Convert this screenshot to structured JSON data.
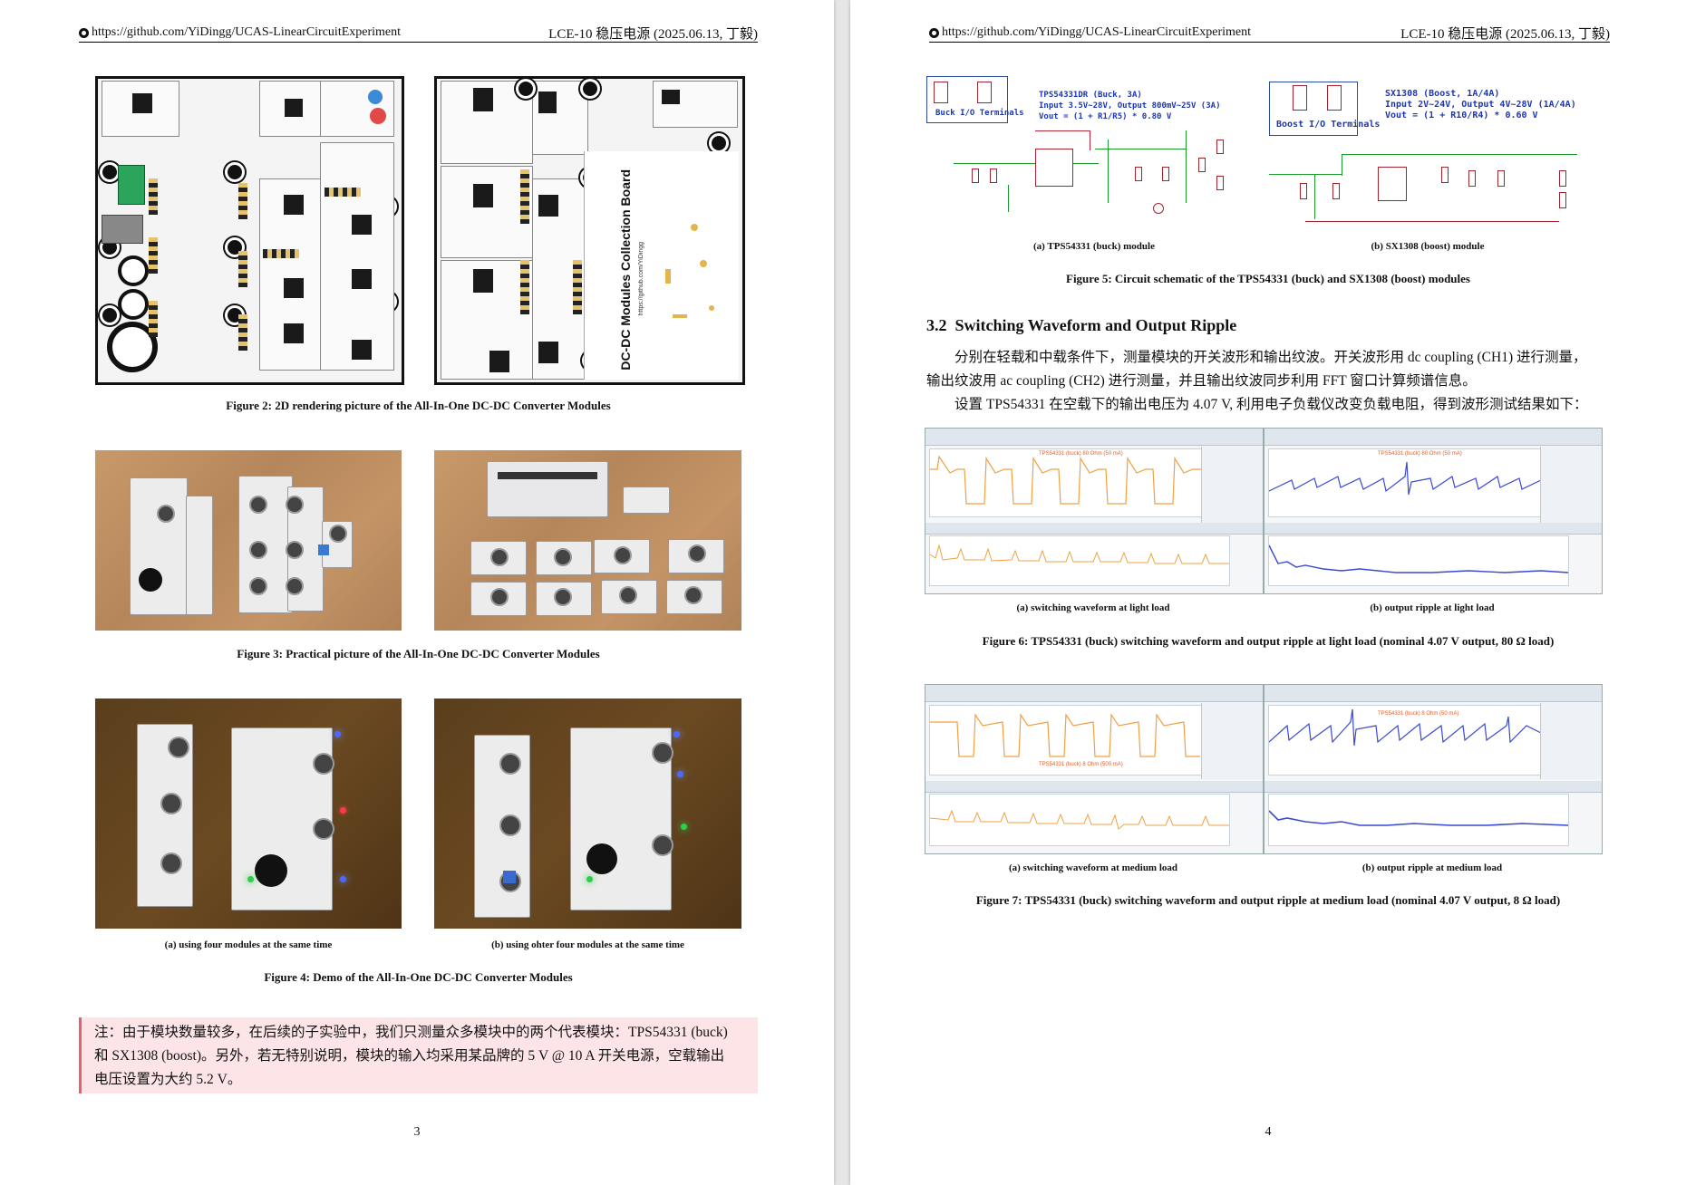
{
  "header": {
    "url": "https://github.com/YiDingg/UCAS-LinearCircuitExperiment",
    "doc_title": "LCE-10 稳压电源 (2025.06.13, 丁毅)"
  },
  "left_page": {
    "fig2_caption": "Figure 2: 2D rendering picture of the All-In-One DC-DC Converter Modules",
    "pcb_title": "DC-DC Modules Collection Board",
    "pcb_url": "https://github.com/YiDingg",
    "fig3_caption": "Figure 3: Practical picture of the All-In-One DC-DC Converter Modules",
    "fig4a_caption": "(a) using four modules at the same time",
    "fig4b_caption": "(b) using ohter four modules at the same time",
    "fig4_caption": "Figure 4: Demo of the All-In-One DC-DC Converter Modules",
    "note_line1": "注：由于模块数量较多，在后续的子实验中，我们只测量众多模块中的两个代表模块：TPS54331 (buck)",
    "note_line2": "和 SX1308 (boost)。另外，若无特别说明，模块的输入均采用某品牌的 5 V @ 10 A 开关电源，空载输出",
    "note_line3": "电压设置为大约 5.2 V。",
    "page_number": "3"
  },
  "right_page": {
    "buck_io_label": "Buck I/O Terminals",
    "boost_io_label": "Boost I/O Terminals",
    "buck_title_1": "TPS54331DR (Buck, 3A)",
    "buck_title_2": "Input 3.5V~28V, Output 800mV~25V (3A)",
    "buck_title_3": "Vout = (1 + R1/R5) * 0.80 V",
    "boost_title_1": "SX1308 (Boost, 1A/4A)",
    "boost_title_2": "Input 2V~24V, Output 4V~28V (1A/4A)",
    "boost_title_3": "Vout = (1 + R10/R4) * 0.60 V",
    "fig5a_caption": "(a) TPS54331 (buck) module",
    "fig5b_caption": "(b) SX1308 (boost) module",
    "fig5_caption": "Figure 5: Circuit schematic of the TPS54331 (buck) and SX1308 (boost) modules",
    "section_num": "3.2",
    "section_title": "Switching Waveform and Output Ripple",
    "para1_line1": "分别在轻载和中载条件下，测量模块的开关波形和输出纹波。开关波形用 dc coupling (CH1) 进行测量，",
    "para1_line2": "输出纹波用 ac coupling (CH2) 进行测量，并且输出纹波同步利用 FFT 窗口计算频谱信息。",
    "para2_line1": "设置 TPS54331 在空载下的输出电压为 4.07 V, 利用电子负载仪改变负载电阻，得到波形测试结果如下：",
    "scope_light_sw_label": "TPS54331 (buck) 80 Ohm (50 mA)",
    "scope_light_rip_label": "TPS54331 (buck) 80 Ohm (50 mA)",
    "scope_med_sw_label": "TPS54331 (buck) 8 Ohm (500 mA)",
    "scope_med_rip_label": "TPS54331 (buck) 8 Ohm (50 mA)",
    "fig6a_caption": "(a) switching waveform at light load",
    "fig6b_caption": "(b) output ripple at light load",
    "fig6_caption": "Figure 6: TPS54331 (buck) switching waveform and output ripple at light load (nominal 4.07 V output, 80 Ω load)",
    "fig7a_caption": "(a) switching waveform at medium load",
    "fig7b_caption": "(b) output ripple at medium load",
    "fig7_caption": "Figure 7: TPS54331 (buck) switching waveform and output ripple at medium load (nominal 4.07 V output, 8 Ω load)",
    "page_number": "4"
  },
  "colors": {
    "note_bg": "#fde5e7",
    "note_border": "#e8606b",
    "switch_trace": "#f0a040",
    "ripple_trace": "#3a4ad0",
    "schematic_text": "#1c37b5",
    "schematic_wire": "#1a9a2a"
  }
}
